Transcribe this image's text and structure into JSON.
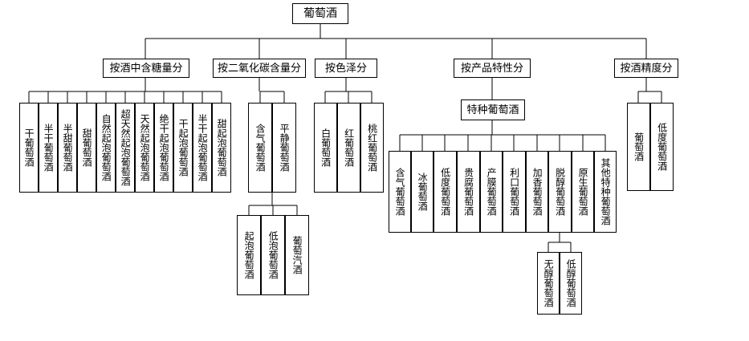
{
  "root": "葡萄酒",
  "categories": [
    {
      "label": "按酒中含糖量分",
      "children": [
        "干葡萄酒",
        "半干葡萄酒",
        "半甜葡萄酒",
        "甜葡萄酒",
        "自然起泡葡萄酒",
        "超天然起泡葡萄酒",
        "天然起泡葡萄酒",
        "绝干起泡葡萄酒",
        "干起泡葡萄酒",
        "半干起泡葡萄酒",
        "甜起泡葡萄酒"
      ]
    },
    {
      "label": "按二氧化碳含量分",
      "children": [
        "含气葡萄酒",
        "平静葡萄酒"
      ],
      "grandchildren": [
        "起泡葡萄酒",
        "低泡葡萄酒",
        "葡萄汽酒"
      ]
    },
    {
      "label": "按色泽分",
      "children": [
        "白葡萄酒",
        "红葡萄酒",
        "桃红葡萄酒"
      ]
    },
    {
      "label": "按产品特性分",
      "special": "特种葡萄酒",
      "children": [
        "含气葡萄酒",
        "冰葡萄酒",
        "低度葡萄酒",
        "贵腐葡萄酒",
        "产膜葡萄酒",
        "利口葡萄酒",
        "加香葡萄酒",
        "脱醇葡萄酒",
        "原生葡萄酒",
        "其他特种葡萄酒"
      ],
      "grandchildren": [
        "无醇葡萄酒",
        "低醇葡萄酒"
      ]
    },
    {
      "label": "按酒精度分",
      "children": [
        "葡萄酒",
        "低度葡萄酒"
      ]
    }
  ]
}
